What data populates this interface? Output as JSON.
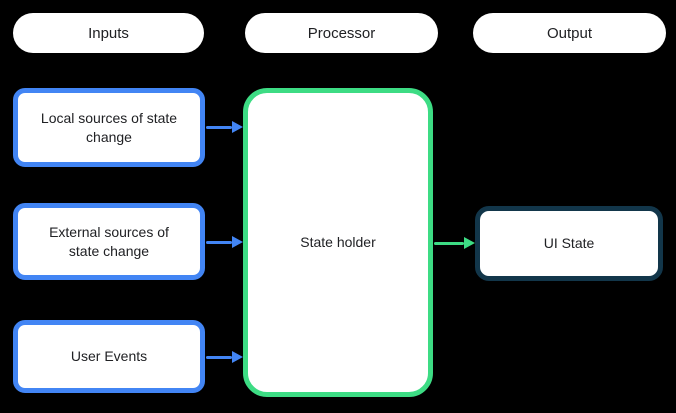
{
  "colors": {
    "background": "#000000",
    "blue": "#4285F4",
    "green": "#3DDC84",
    "dark_teal": "#12364A",
    "box_fill": "#FFFFFF",
    "text": "#202124"
  },
  "headers": {
    "inputs": "Inputs",
    "processor": "Processor",
    "output": "Output"
  },
  "nodes": {
    "input_boxes": [
      {
        "label": "Local sources of state change"
      },
      {
        "label": "External sources of state change"
      },
      {
        "label": "User Events"
      }
    ],
    "state_holder": {
      "label": "State holder"
    },
    "ui_state": {
      "label": "UI State"
    }
  },
  "connections": [
    {
      "from": "Local sources of state change",
      "to": "State holder",
      "color": "blue"
    },
    {
      "from": "External sources of state change",
      "to": "State holder",
      "color": "blue"
    },
    {
      "from": "User Events",
      "to": "State holder",
      "color": "blue"
    },
    {
      "from": "State holder",
      "to": "UI State",
      "color": "green"
    }
  ]
}
